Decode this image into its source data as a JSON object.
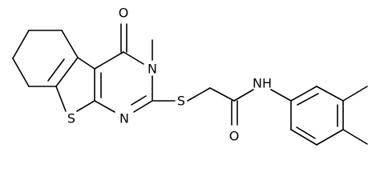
{
  "structure": {
    "atoms": {
      "O_carbonyl_ring": "O",
      "N3": "N",
      "N1": "N",
      "S_ring": "S",
      "S_thioether": "S",
      "NH_amide": "NH",
      "O_amide": "O"
    }
  }
}
